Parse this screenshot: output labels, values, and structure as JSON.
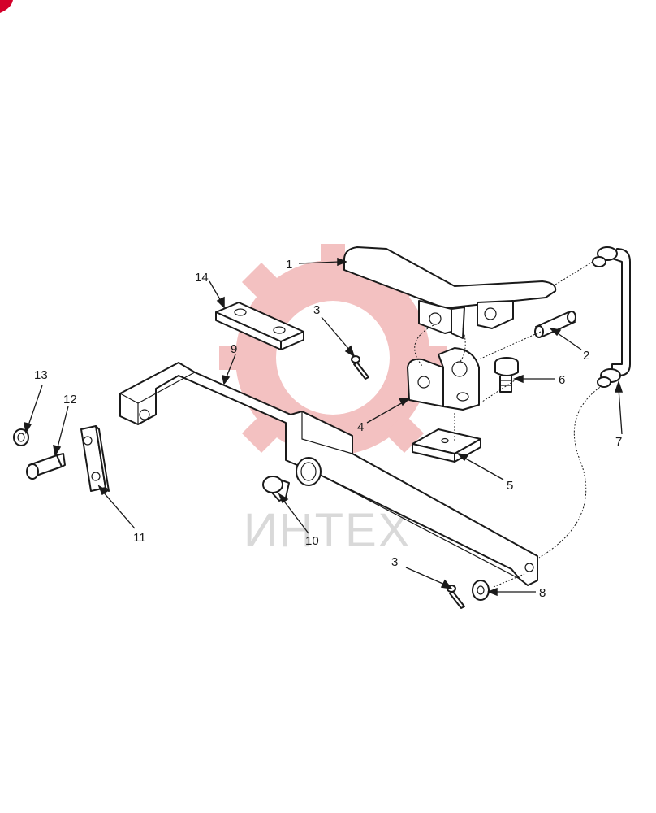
{
  "watermark": {
    "text": "ИНТЕХ",
    "color": "#f2b7b7"
  },
  "callouts": {
    "c1": "1",
    "c2": "2",
    "c3a": "3",
    "c3b": "3",
    "c4": "4",
    "c5": "5",
    "c6": "6",
    "c7": "7",
    "c8": "8",
    "c9": "9",
    "c10": "10",
    "c11": "11",
    "c12": "12",
    "c13": "13",
    "c14": "14"
  },
  "colors": {
    "line": "#1a1a1a",
    "background": "#ffffff",
    "corner_mark": "#d4002a"
  }
}
